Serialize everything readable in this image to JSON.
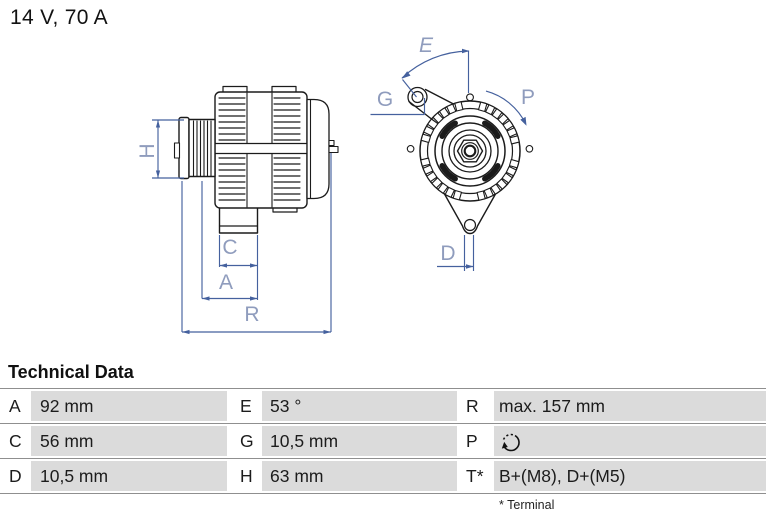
{
  "product_title": "14 V, 70 A",
  "drawing": {
    "labels": {
      "H": "H",
      "C": "C",
      "A": "A",
      "R": "R",
      "E": "E",
      "G": "G",
      "P": "P",
      "D": "D"
    },
    "views": [
      "alternator side view with belt pulley",
      "alternator front view with mounting lugs"
    ],
    "dimension_line_color": "#45619e",
    "dimension_label_color": "#8f9cbd"
  },
  "technical_data": {
    "heading": "Technical Data",
    "rows": [
      [
        {
          "key": "A",
          "value": "92 mm"
        },
        {
          "key": "E",
          "value": "53 °"
        },
        {
          "key": "R",
          "value": "max. 157 mm"
        }
      ],
      [
        {
          "key": "C",
          "value": "56 mm"
        },
        {
          "key": "G",
          "value": "10,5 mm"
        },
        {
          "key": "P",
          "value": "",
          "icon": "rotation-clockwise"
        }
      ],
      [
        {
          "key": "D",
          "value": "10,5 mm"
        },
        {
          "key": "H",
          "value": "63 mm"
        },
        {
          "key": "T*",
          "value": "B+(M8), D+(M5)"
        }
      ]
    ],
    "footnote": "* Terminal",
    "row_background": "#dbdbdb",
    "separator_color": "#8f8f8f"
  }
}
